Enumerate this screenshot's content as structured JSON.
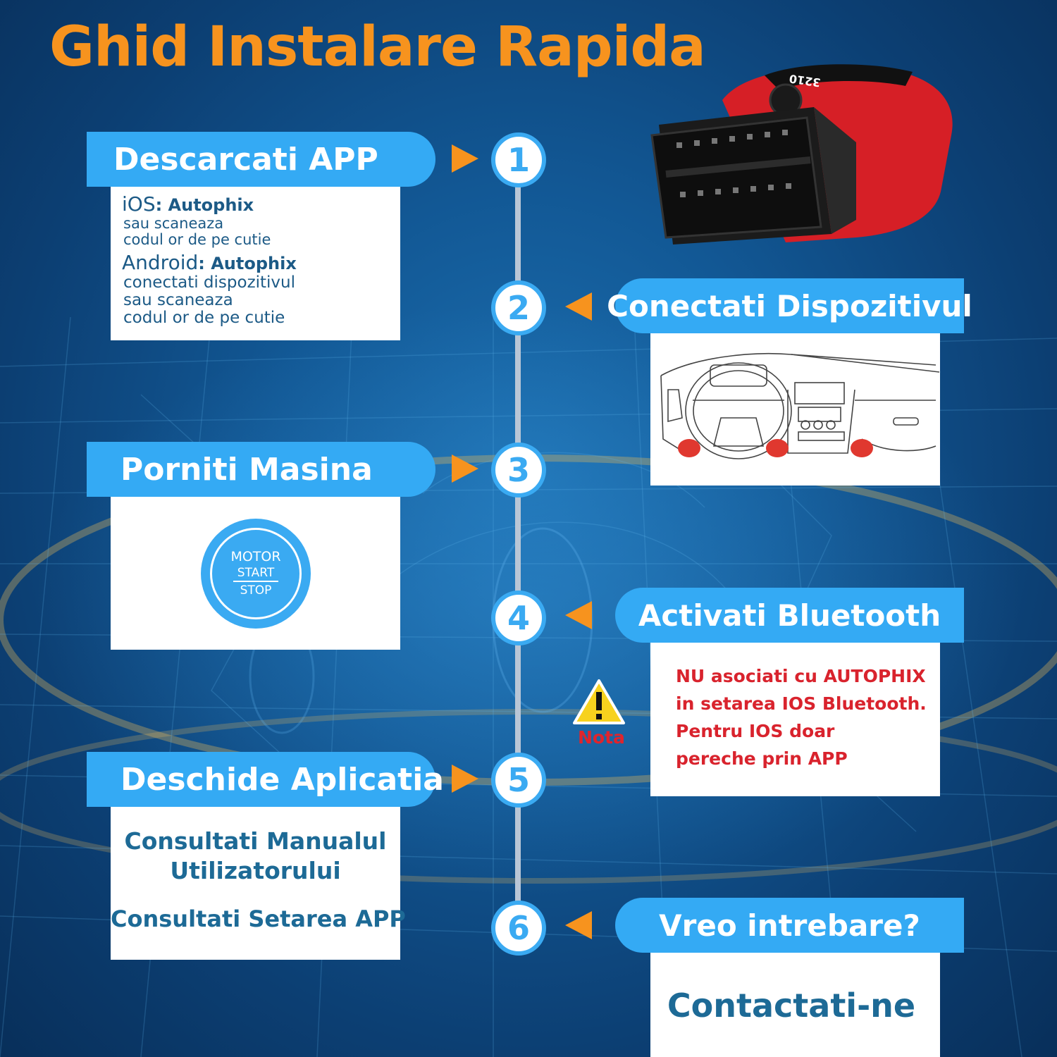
{
  "title": "Ghid Instalare Rapida",
  "colors": {
    "accent_orange": "#f7931e",
    "banner_blue": "#34aaf4",
    "text_blue": "#1d6a96",
    "warning_red": "#d9232d"
  },
  "steps": [
    {
      "number": "1",
      "label": "Descarcati APP"
    },
    {
      "number": "2",
      "label": "Conectati Dispozitivul"
    },
    {
      "number": "3",
      "label": "Porniti Masina"
    },
    {
      "number": "4",
      "label": "Activati Bluetooth"
    },
    {
      "number": "5",
      "label": "Deschide Aplicatia"
    },
    {
      "number": "6",
      "label": "Vreo intrebare?"
    }
  ],
  "download": {
    "ios_label": "iOS",
    "ios_app": ": Autophix",
    "ios_line1": "sau scaneaza",
    "ios_line2": "codul or de pe cutie",
    "android_label": "Android",
    "android_app": ": Autophix",
    "android_line1": "conectati dispozitivul",
    "android_line2": "sau scaneaza",
    "android_line3": "codul or de pe cutie"
  },
  "start_button": {
    "line1": "MOTOR",
    "line2": "START",
    "line3": "STOP"
  },
  "bluetooth_note": {
    "line1": "NU asociati cu AUTOPHIX",
    "line2": "in setarea IOS Bluetooth.",
    "line3": "Pentru IOS doar",
    "line4": "pereche prin APP"
  },
  "warning_label": "Nota",
  "open_app": {
    "line1": "Consultati Manualul",
    "line2": "Utilizatorului",
    "line3": "Consultati Setarea APP"
  },
  "contact": "Contactati-ne",
  "device_model": "3210"
}
